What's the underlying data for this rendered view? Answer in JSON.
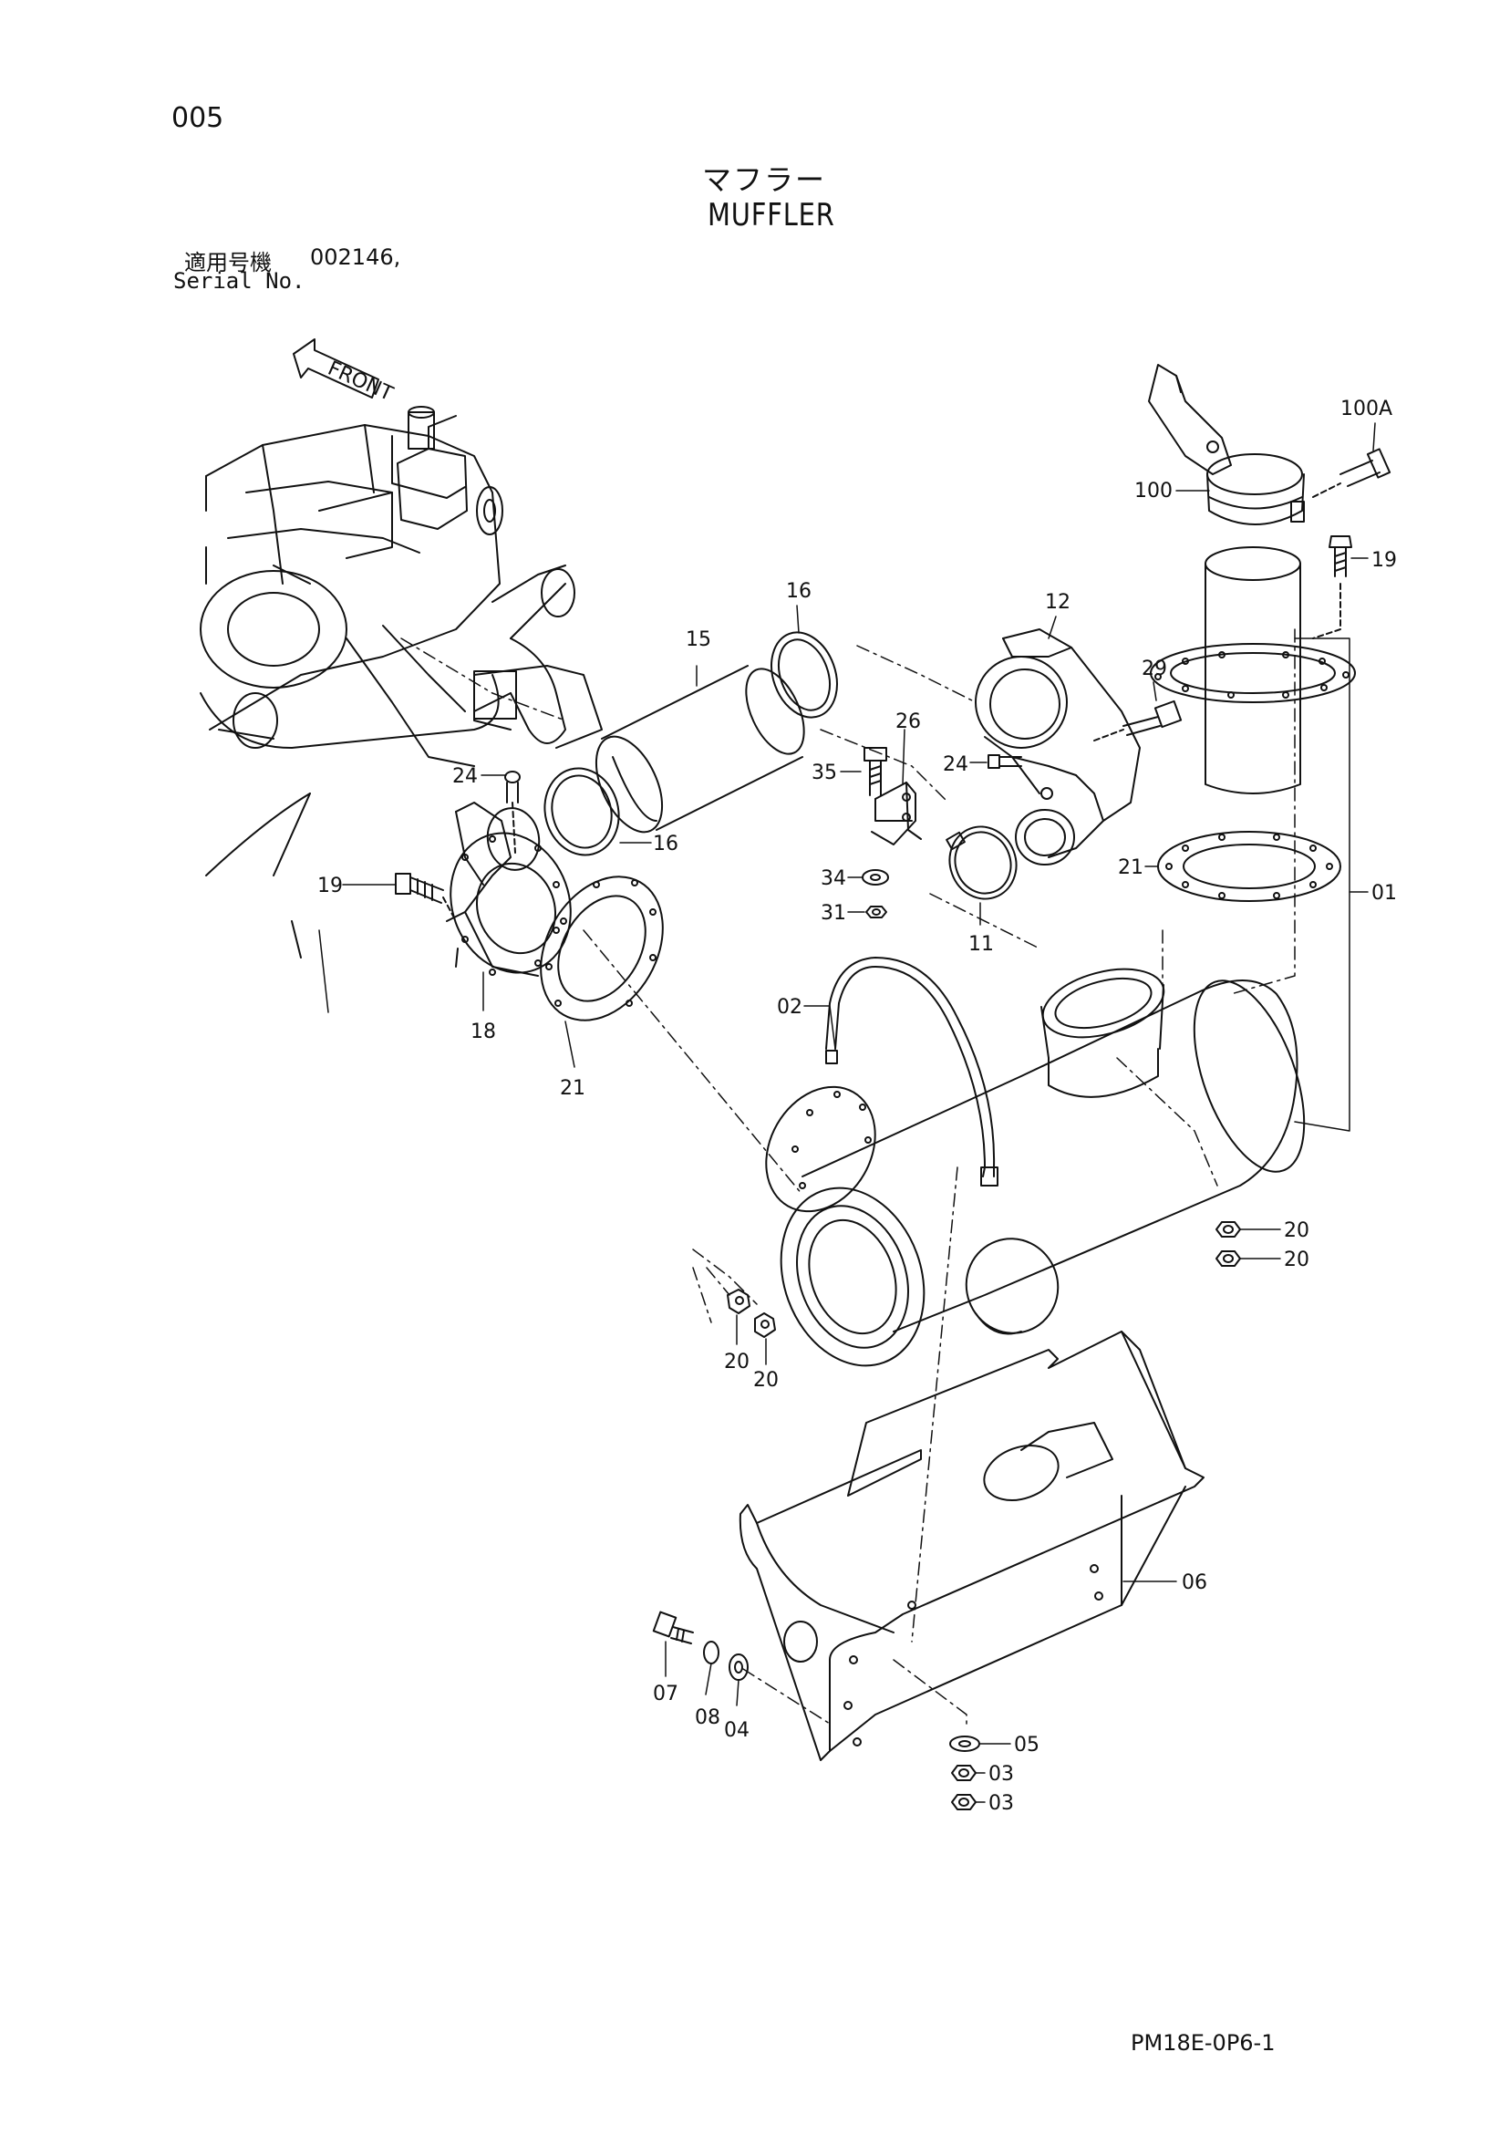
{
  "page_number": "005",
  "title_ja": "マフラー",
  "title_en": "MUFFLER",
  "serial": {
    "label_ja": "適用号機",
    "value": "002146,",
    "label_en": "Serial No."
  },
  "front_label": "FRONT",
  "callouts": {
    "c100a": "100A",
    "c100": "100",
    "c19r": "19",
    "c12": "12",
    "c16t": "16",
    "c15": "15",
    "c29": "29",
    "c26": "26",
    "c35": "35",
    "c24r": "24",
    "c24l": "24",
    "c16b": "16",
    "c19l": "19",
    "c21r": "21",
    "c01": "01",
    "c34": "34",
    "c31": "31",
    "c11": "11",
    "c02": "02",
    "c18": "18",
    "c21l": "21",
    "c20a": "20",
    "c20b": "20",
    "c20c": "20",
    "c20d": "20",
    "c06": "06",
    "c07": "07",
    "c08": "08",
    "c04": "04",
    "c05": "05",
    "c03a": "03",
    "c03b": "03"
  },
  "doc_code": "PM18E-0P6-1"
}
